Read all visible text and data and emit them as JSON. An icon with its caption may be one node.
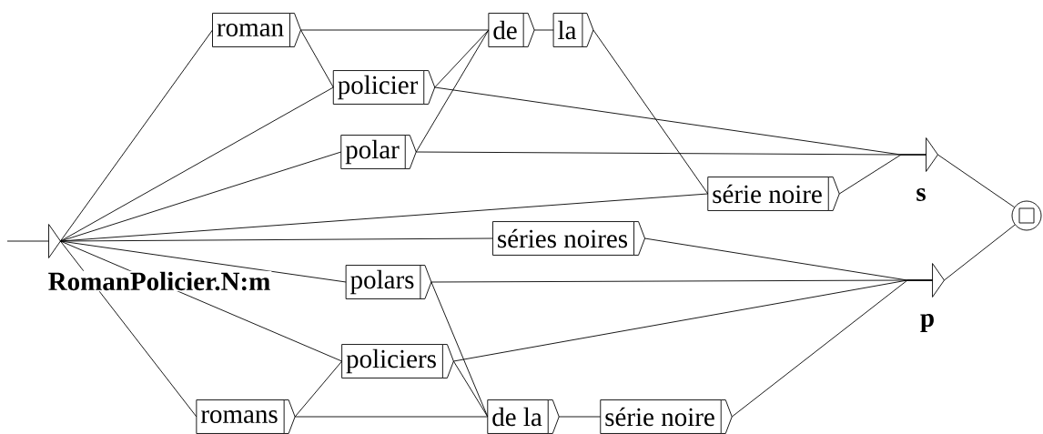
{
  "diagram": {
    "nodes": [
      {
        "text": [],
        "shape": "triangle",
        "beside": [
          "RomanPolicier.N:m"
        ]
      },
      {
        "text": [
          "roman"
        ]
      },
      {
        "text": [
          "policier"
        ]
      },
      {
        "text": [
          "polar"
        ]
      },
      {
        "text": [
          "de"
        ]
      },
      {
        "text": [
          "la"
        ]
      },
      {
        "text": [
          "série noire"
        ]
      },
      {
        "text": [
          "séries noires"
        ]
      },
      {
        "text": [
          "polars"
        ]
      },
      {
        "text": [
          "policiers"
        ]
      },
      {
        "text": [
          "romans"
        ]
      },
      {
        "text": [
          "de la"
        ]
      },
      {
        "text": [
          "série noire"
        ]
      },
      {
        "text": [],
        "shape": "triangle",
        "beside": [
          "s"
        ]
      },
      {
        "text": [],
        "shape": "triangle",
        "beside": [
          "p"
        ]
      },
      {
        "text": [],
        "shape": "circle"
      }
    ],
    "edges": [
      {
        "from": null,
        "to": 0,
        "arrow": "none"
      },
      {
        "from": 0,
        "to": 1,
        "arrow": "none"
      },
      {
        "from": 0,
        "to": 2,
        "arrow": "none"
      },
      {
        "from": 0,
        "to": 3,
        "arrow": "none"
      },
      {
        "from": 0,
        "to": 6,
        "arrow": "none"
      },
      {
        "from": 0,
        "to": 7,
        "arrow": "none"
      },
      {
        "from": 0,
        "to": 8,
        "arrow": "none"
      },
      {
        "from": 0,
        "to": 9,
        "arrow": "none"
      },
      {
        "from": 0,
        "to": 10,
        "arrow": "none"
      },
      {
        "from": 1,
        "to": 4,
        "arrow": "none"
      },
      {
        "from": 1,
        "to": 2,
        "arrow": "none"
      },
      {
        "from": 2,
        "to": 4,
        "arrow": "none"
      },
      {
        "from": 2,
        "to": 13,
        "arrow": "none"
      },
      {
        "from": 3,
        "to": 4,
        "arrow": "none"
      },
      {
        "from": 3,
        "to": 13,
        "arrow": "none"
      },
      {
        "from": 4,
        "to": 5,
        "arrow": "none"
      },
      {
        "from": 5,
        "to": 6,
        "arrow": "none"
      },
      {
        "from": 6,
        "to": 13,
        "arrow": "none"
      },
      {
        "from": 7,
        "to": 14,
        "arrow": "none"
      },
      {
        "from": 8,
        "to": 14,
        "arrow": "none"
      },
      {
        "from": 8,
        "to": 11,
        "arrow": "none"
      },
      {
        "from": 9,
        "to": 14,
        "arrow": "none"
      },
      {
        "from": 9,
        "to": 11,
        "arrow": "none"
      },
      {
        "from": 10,
        "to": 9,
        "arrow": "none"
      },
      {
        "from": 10,
        "to": 11,
        "arrow": "none"
      },
      {
        "from": 11,
        "to": 12,
        "arrow": "none"
      },
      {
        "from": 12,
        "to": 14,
        "arrow": "none"
      },
      {
        "from": 13,
        "to": 15,
        "arrow": "none"
      },
      {
        "from": 14,
        "to": 15,
        "arrow": "none"
      }
    ]
  }
}
